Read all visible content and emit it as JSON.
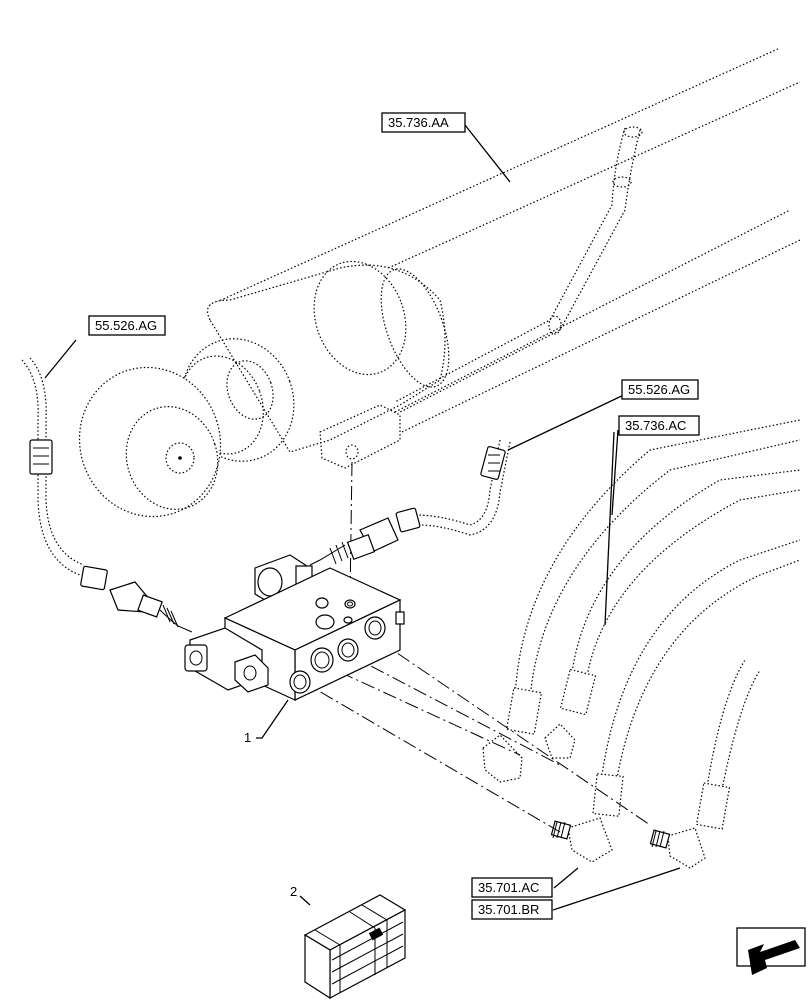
{
  "callouts": {
    "ref_35_736_aa": "35.736.AA",
    "ref_55_526_ag_left": "55.526.AG",
    "ref_55_526_ag_right": "55.526.AG",
    "ref_35_736_ac": "35.736.AC",
    "ref_35_701_ac": "35.701.AC",
    "ref_35_701_br": "35.701.BR"
  },
  "items": {
    "item_1": "1",
    "item_2": "2"
  },
  "icons": {
    "navigation": "arrow-down-left-icon",
    "kit": "crate-icon"
  }
}
